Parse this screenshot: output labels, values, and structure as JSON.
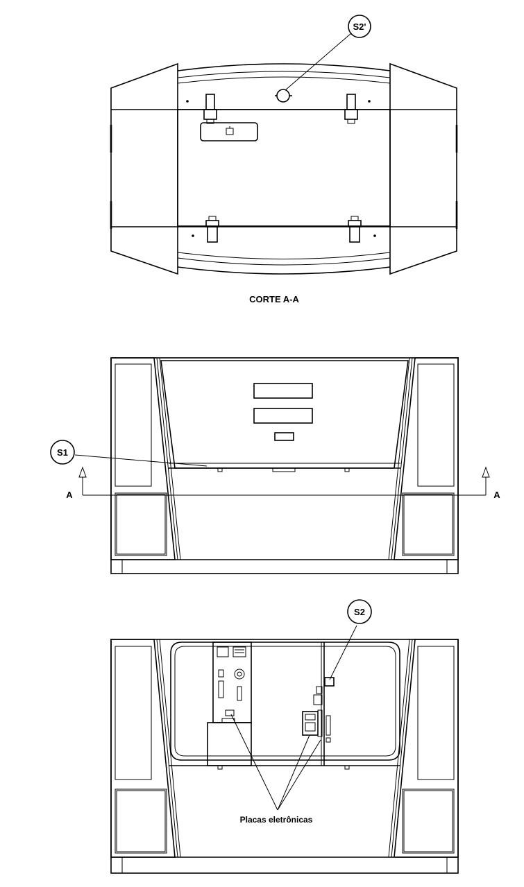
{
  "views": {
    "section": {
      "label": "CORTE A-A",
      "callout": "S2'"
    },
    "front": {
      "callout": "S1",
      "section_mark_left": "A",
      "section_mark_right": "A"
    },
    "open": {
      "callout": "S2",
      "note": "Placas eletrônicas"
    }
  }
}
